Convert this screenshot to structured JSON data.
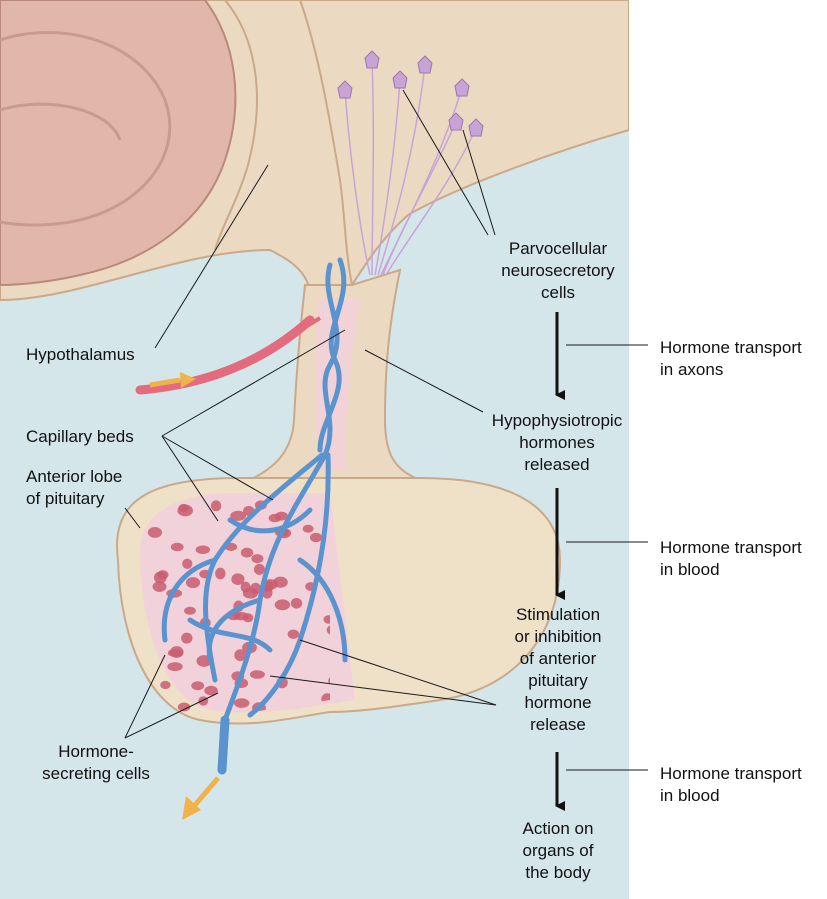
{
  "labels": {
    "parvocellular": "Parvocellular\nneurosecretory\ncells",
    "hypothalamus": "Hypothalamus",
    "hypophysiotropic": "Hypophysiotropic\nhormones\nreleased",
    "capillary_beds": "Capillary beds",
    "anterior_lobe": "Anterior lobe\nof pituitary",
    "stimulation": "Stimulation\nor inhibition\nof anterior\npituitary\nhormone\nrelease",
    "hormone_secreting": "Hormone-\nsecreting cells",
    "action": "Action on\norgans of\nthe body",
    "transport_axons": "Hormone transport\nin axons",
    "transport_blood_1": "Hormone transport\nin blood",
    "transport_blood_2": "Hormone transport\nin blood"
  },
  "colors": {
    "panel_background": "#d4e6ea",
    "brain_tissue": "#ecd9c1",
    "cerebrum": "#e2b7ab",
    "pituitary_tissue": "#efe0c8",
    "pink_region": "#f2d0dc",
    "blood_vessel_blue": "#5b93cf",
    "artery_red": "#e46a7e",
    "secretory_cell": "#c95d6e",
    "neuron_purple": "#c8a4d6",
    "flow_arrow": "#f0b24a",
    "arrow_black": "#111111"
  }
}
